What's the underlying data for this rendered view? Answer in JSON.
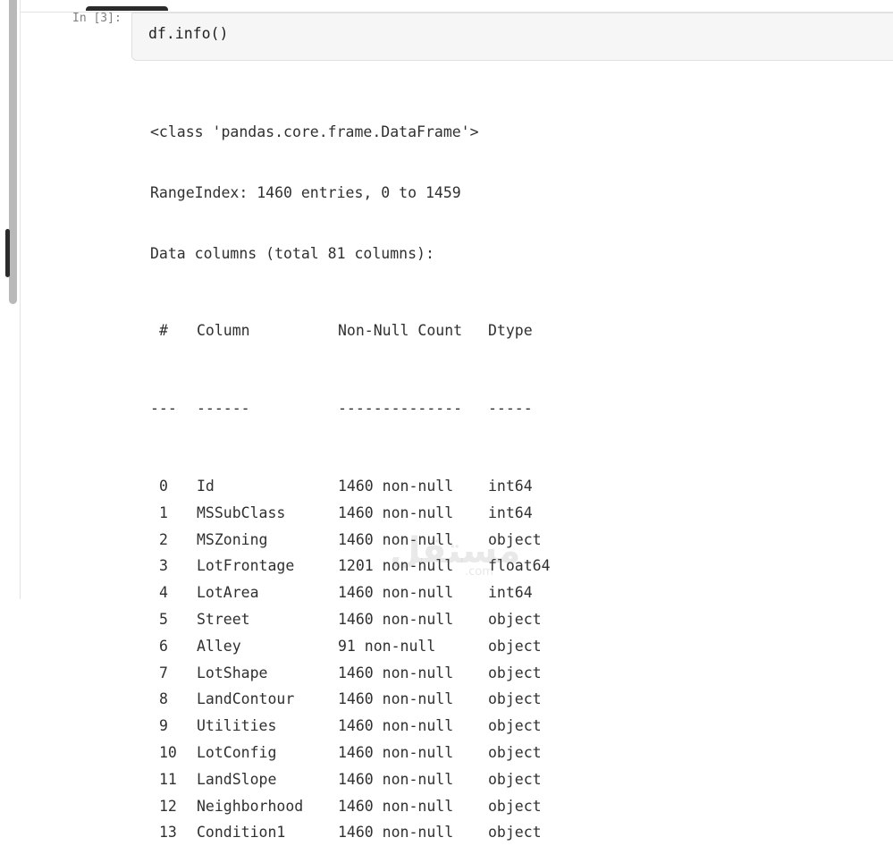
{
  "cell": {
    "prompt": "In [3]:",
    "code": "df.info()"
  },
  "output": {
    "header_lines": [
      "<class 'pandas.core.frame.DataFrame'>",
      "RangeIndex: 1460 entries, 0 to 1459",
      "Data columns (total 81 columns):"
    ],
    "columns_header": {
      "num": "#",
      "column": "Column",
      "count": "Non-Null Count",
      "dtype": "Dtype"
    },
    "separator": {
      "num": "---",
      "column": "------",
      "count": "--------------",
      "dtype": "-----"
    },
    "rows": [
      {
        "num": "0",
        "column": "Id",
        "count": "1460 non-null",
        "dtype": "int64"
      },
      {
        "num": "1",
        "column": "MSSubClass",
        "count": "1460 non-null",
        "dtype": "int64"
      },
      {
        "num": "2",
        "column": "MSZoning",
        "count": "1460 non-null",
        "dtype": "object"
      },
      {
        "num": "3",
        "column": "LotFrontage",
        "count": "1201 non-null",
        "dtype": "float64"
      },
      {
        "num": "4",
        "column": "LotArea",
        "count": "1460 non-null",
        "dtype": "int64"
      },
      {
        "num": "5",
        "column": "Street",
        "count": "1460 non-null",
        "dtype": "object"
      },
      {
        "num": "6",
        "column": "Alley",
        "count": "91 non-null",
        "dtype": "object"
      },
      {
        "num": "7",
        "column": "LotShape",
        "count": "1460 non-null",
        "dtype": "object"
      },
      {
        "num": "8",
        "column": "LandContour",
        "count": "1460 non-null",
        "dtype": "object"
      },
      {
        "num": "9",
        "column": "Utilities",
        "count": "1460 non-null",
        "dtype": "object"
      },
      {
        "num": "10",
        "column": "LotConfig",
        "count": "1460 non-null",
        "dtype": "object"
      },
      {
        "num": "11",
        "column": "LandSlope",
        "count": "1460 non-null",
        "dtype": "object"
      },
      {
        "num": "12",
        "column": "Neighborhood",
        "count": "1460 non-null",
        "dtype": "object"
      },
      {
        "num": "13",
        "column": "Condition1",
        "count": "1460 non-null",
        "dtype": "object"
      }
    ]
  },
  "watermark": {
    "text": "مستقل",
    "sub": ".com"
  }
}
